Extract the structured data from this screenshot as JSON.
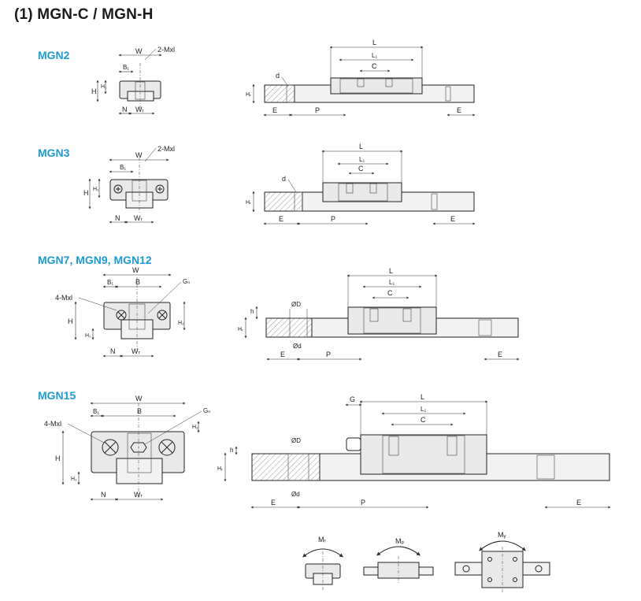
{
  "title": "(1) MGN-C / MGN-H",
  "sections": {
    "mgn2": "MGN2",
    "mgn3": "MGN3",
    "mgn7": "MGN7, MGN9, MGN12",
    "mgn15": "MGN15"
  },
  "labels": {
    "W": "W",
    "B1": "B₁",
    "B": "B",
    "H": "H",
    "H1": "H₁",
    "H2": "H₂",
    "HR": "Hᵣ",
    "N": "N",
    "WR": "Wᵣ",
    "L": "L",
    "L1": "L₁",
    "C": "C",
    "E": "E",
    "P": "P",
    "d": "d",
    "D": "ØD",
    "dd": "Ød",
    "h": "h",
    "G": "G",
    "Gn": "Gₙ",
    "Mxl2": "2-Mxl",
    "Mxl4": "4-Mxl",
    "MR": "Mᵣ",
    "MP": "Mₚ",
    "MY": "Mᵧ"
  }
}
